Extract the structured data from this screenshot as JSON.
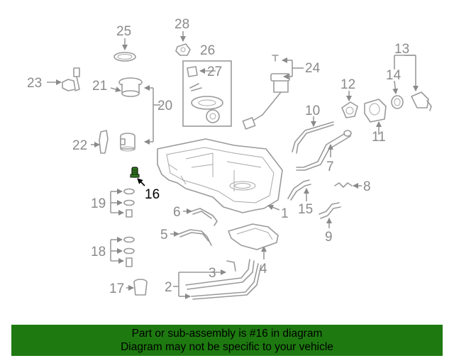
{
  "diagram": {
    "highlight_part": "16",
    "callouts": [
      "1",
      "2",
      "3",
      "4",
      "5",
      "6",
      "7",
      "8",
      "9",
      "10",
      "11",
      "12",
      "13",
      "14",
      "15",
      "16",
      "17",
      "18",
      "19",
      "20",
      "21",
      "22",
      "23",
      "24",
      "25",
      "26",
      "27",
      "28"
    ],
    "colors": {
      "line": "#9a9a9a",
      "highlight": "#2e7d1e",
      "label": "#8a8a8a"
    }
  },
  "banner": {
    "line1": "Part or sub-assembly is #16 in diagram",
    "line2": "Diagram may not be specific to your vehicle",
    "background": "#1e7a10"
  }
}
